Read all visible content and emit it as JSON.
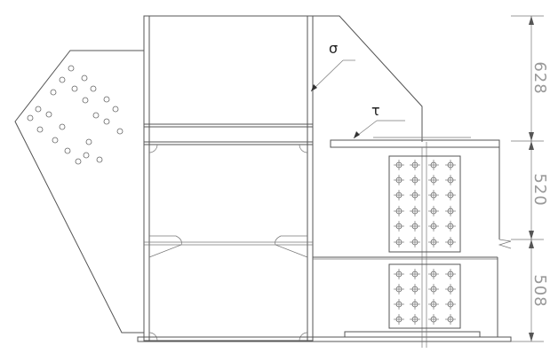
{
  "labels": {
    "sigma": "σ",
    "tau": "τ"
  },
  "dimensions": [
    {
      "text": "628"
    },
    {
      "text": "520"
    },
    {
      "text": "508"
    }
  ],
  "colors": {
    "line": "#555555",
    "dimension_text": "#999999"
  }
}
